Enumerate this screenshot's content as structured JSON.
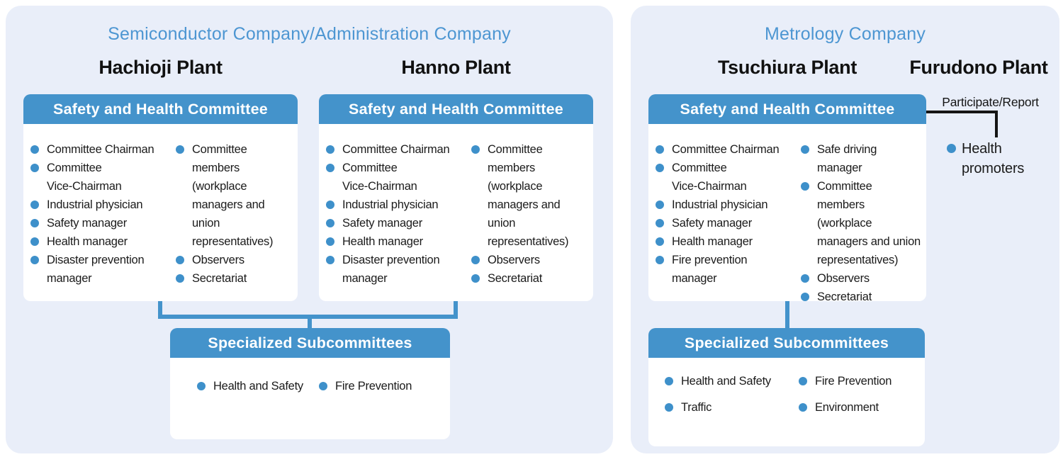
{
  "colors": {
    "accent_blue": "#4493cb",
    "bullet_blue": "#3e90ca",
    "panel_bg": "#e9eef9",
    "title_blue": "#4d96d2",
    "connector_black": "#151515"
  },
  "left_panel": {
    "title": "Semiconductor Company/Administration Company",
    "plants": [
      "Hachioji Plant",
      "Hanno Plant"
    ],
    "committees": {
      "hachioji": {
        "title": "Safety and Health Committee",
        "col1": [
          "Committee Chairman",
          "Committee\nVice-Chairman",
          "Industrial physician",
          "Safety manager",
          "Health manager",
          "Disaster prevention\nmanager"
        ],
        "col2": [
          "Committee\nmembers (workplace\nmanagers and union\nrepresentatives)",
          "Observers",
          "Secretariat"
        ]
      },
      "hanno": {
        "title": "Safety and Health Committee",
        "col1": [
          "Committee Chairman",
          "Committee\nVice-Chairman",
          "Industrial physician",
          "Safety manager",
          "Health manager",
          "Disaster prevention\nmanager"
        ],
        "col2": [
          "Committee\nmembers (workplace\nmanagers and union\nrepresentatives)",
          "Observers",
          "Secretariat"
        ]
      }
    },
    "subcommittees": {
      "title": "Specialized Subcommittees",
      "items": [
        "Health and Safety",
        "Fire Prevention"
      ]
    }
  },
  "right_panel": {
    "title": "Metrology Company",
    "plants": [
      "Tsuchiura Plant",
      "Furudono Plant"
    ],
    "committee": {
      "title": "Safety and Health Committee",
      "col1": [
        "Committee Chairman",
        "Committee\nVice-Chairman",
        "Industrial physician",
        "Safety manager",
        "Health manager",
        "Fire prevention\nmanager"
      ],
      "col2": [
        "Safe driving\nmanager",
        "Committee\nmembers (workplace\nmanagers and union\nrepresentatives)",
        "Observers",
        "Secretariat"
      ]
    },
    "participate_label": "Participate/Report",
    "furudono_items": [
      "Health\npromoters"
    ],
    "subcommittees": {
      "title": "Specialized Subcommittees",
      "col1": [
        "Health and Safety",
        "Traffic"
      ],
      "col2": [
        "Fire Prevention",
        "Environment"
      ]
    }
  }
}
